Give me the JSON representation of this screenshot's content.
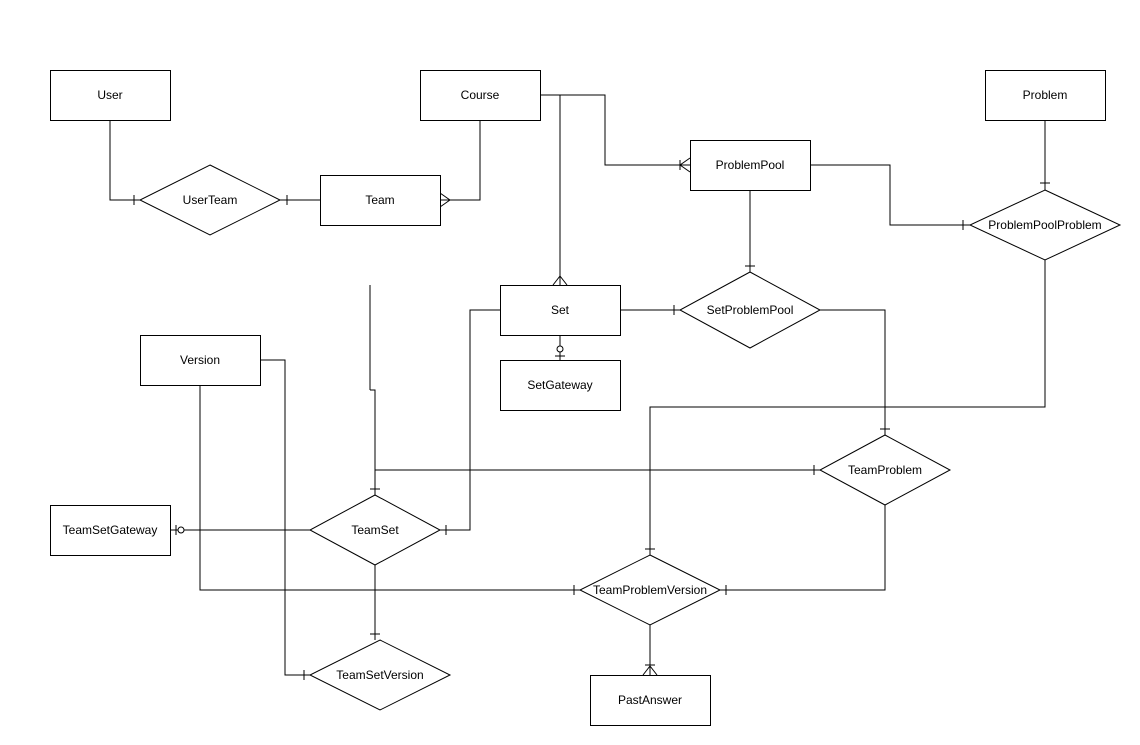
{
  "entities": {
    "user": "User",
    "course": "Course",
    "problem": "Problem",
    "team": "Team",
    "problem_pool": "ProblemPool",
    "set": "Set",
    "set_gateway": "SetGateway",
    "version": "Version",
    "team_set_gateway": "TeamSetGateway",
    "past_answer": "PastAnswer"
  },
  "relationships": {
    "user_team": "UserTeam",
    "problem_pool_problem": "ProblemPoolProblem",
    "set_problem_pool": "SetProblemPool",
    "team_problem": "TeamProblem",
    "team_set": "TeamSet",
    "team_problem_version": "TeamProblemVersion",
    "team_set_version": "TeamSetVersion"
  },
  "colors": {
    "stroke": "#000000",
    "fill": "#ffffff",
    "text": "#000000"
  }
}
